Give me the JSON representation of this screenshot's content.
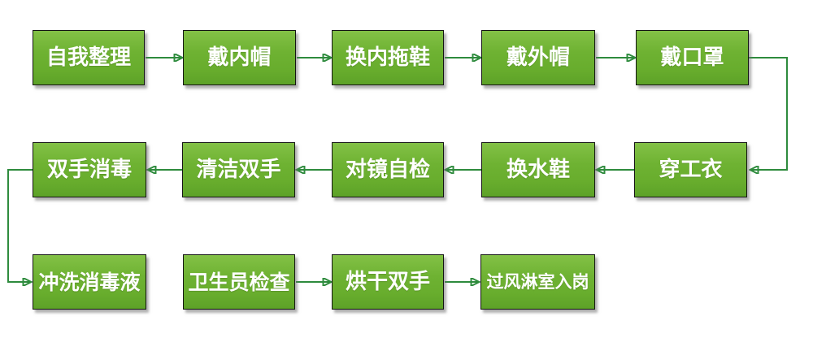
{
  "diagram": {
    "type": "flowchart",
    "description": "three-row snake flow of green process boxes connected by dark green arrows",
    "nodes": [
      {
        "id": "self-arrangement",
        "label": "自我整理",
        "row": 1
      },
      {
        "id": "wear-inner-cap",
        "label": "戴内帽",
        "row": 1
      },
      {
        "id": "change-inner-slippers",
        "label": "换内拖鞋",
        "row": 1
      },
      {
        "id": "wear-outer-cap",
        "label": "戴外帽",
        "row": 1
      },
      {
        "id": "wear-mask",
        "label": "戴口罩",
        "row": 1
      },
      {
        "id": "wear-work-clothes",
        "label": "穿工衣",
        "row": 2
      },
      {
        "id": "change-water-boots",
        "label": "换水鞋",
        "row": 2
      },
      {
        "id": "mirror-self-check",
        "label": "对镜自检",
        "row": 2
      },
      {
        "id": "clean-hands",
        "label": "清洁双手",
        "row": 2
      },
      {
        "id": "hand-disinfection",
        "label": "双手消毒",
        "row": 2
      },
      {
        "id": "rinse-disinfectant",
        "label": "冲洗消毒液",
        "row": 3
      },
      {
        "id": "sanitarian-inspection",
        "label": "卫生员检查",
        "row": 3
      },
      {
        "id": "dry-hands",
        "label": "烘干双手",
        "row": 3
      },
      {
        "id": "enter-air-shower",
        "label": "过风淋室入岗",
        "row": 3
      }
    ],
    "edges": [
      {
        "from": "自我整理",
        "to": "戴内帽"
      },
      {
        "from": "戴内帽",
        "to": "换内拖鞋"
      },
      {
        "from": "换内拖鞋",
        "to": "戴外帽"
      },
      {
        "from": "戴外帽",
        "to": "戴口罩"
      },
      {
        "from": "戴口罩",
        "to": "穿工衣"
      },
      {
        "from": "穿工衣",
        "to": "换水鞋"
      },
      {
        "from": "换水鞋",
        "to": "对镜自检"
      },
      {
        "from": "对镜自检",
        "to": "清洁双手"
      },
      {
        "from": "清洁双手",
        "to": "双手消毒"
      },
      {
        "from": "双手消毒",
        "to": "冲洗消毒液"
      },
      {
        "from": "卫生员检查",
        "to": "烘干双手"
      },
      {
        "from": "烘干双手",
        "to": "过风淋室入岗"
      }
    ],
    "colors": {
      "node_fill": "#6eb232",
      "node_fill_light": "#83c146",
      "node_fill_dark": "#5da228",
      "node_border": "#141414",
      "node_text": "#ffffff",
      "arrow": "#2e8b3d",
      "background": "#ffffff"
    }
  }
}
